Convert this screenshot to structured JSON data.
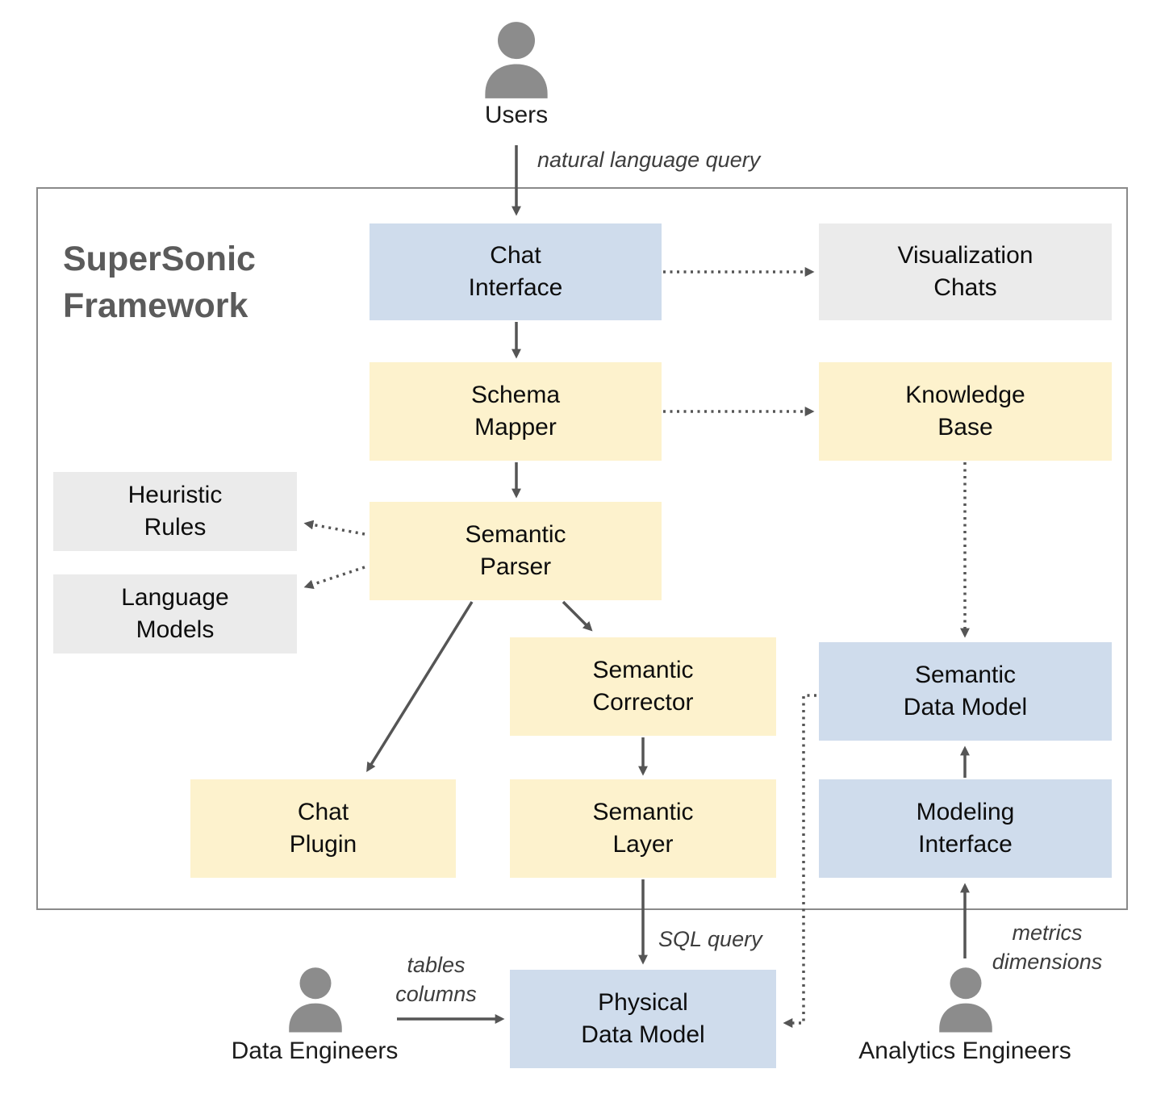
{
  "title": "SuperSonic\nFramework",
  "actors": {
    "users": "Users",
    "data_engineers": "Data Engineers",
    "analytics_engineers": "Analytics Engineers"
  },
  "nodes": {
    "chat_interface": "Chat\nInterface",
    "visualization_chats": "Visualization\nChats",
    "schema_mapper": "Schema\nMapper",
    "knowledge_base": "Knowledge\nBase",
    "heuristic_rules": "Heuristic\nRules",
    "semantic_parser": "Semantic\nParser",
    "language_models": "Language\nModels",
    "semantic_corrector": "Semantic\nCorrector",
    "semantic_data_model": "Semantic\nData Model",
    "chat_plugin": "Chat\nPlugin",
    "semantic_layer": "Semantic\nLayer",
    "modeling_interface": "Modeling\nInterface",
    "physical_data_model": "Physical\nData Model"
  },
  "edge_labels": {
    "natural_language_query": "natural language query",
    "sql_query": "SQL query",
    "tables_columns": "tables\ncolumns",
    "metrics_dimensions": "metrics\ndimensions"
  },
  "colors": {
    "blue_node": "#cfdcec",
    "yellow_node": "#fdf2cd",
    "gray_node": "#ebebeb",
    "arrow": "#555555",
    "icon": "#8c8c8c"
  }
}
